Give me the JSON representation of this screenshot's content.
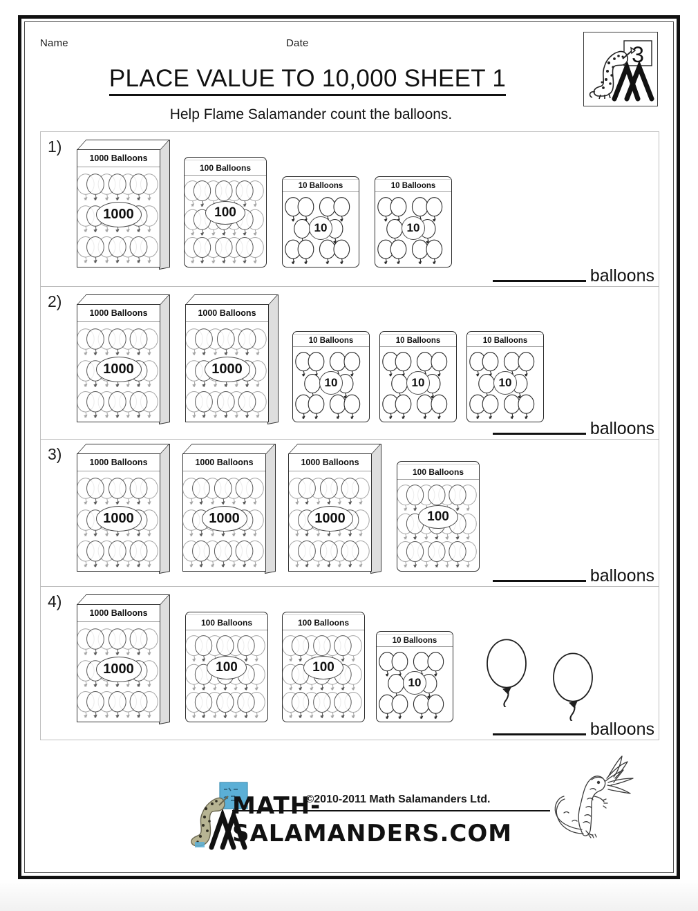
{
  "page": {
    "name_label": "Name",
    "date_label": "Date",
    "title": "PLACE VALUE TO 10,000 SHEET 1",
    "subtitle": "Help Flame Salamander count the balloons.",
    "answer_unit": "balloons",
    "grade_badge": "3"
  },
  "box_labels": {
    "thousand": "1000 Balloons",
    "hundred": "100 Balloons",
    "ten": "10 Balloons",
    "thousand_value": "1000",
    "hundred_value": "100",
    "ten_value": "10"
  },
  "questions": [
    {
      "number": "1)",
      "items": [
        {
          "type": "box-1000",
          "label": "1000 Balloons",
          "value": "1000"
        },
        {
          "type": "box-100",
          "label": "100 Balloons",
          "value": "100"
        },
        {
          "type": "box-10",
          "label": "10 Balloons",
          "value": "10"
        },
        {
          "type": "box-10",
          "label": "10 Balloons",
          "value": "10"
        }
      ],
      "answer_unit": "balloons"
    },
    {
      "number": "2)",
      "items": [
        {
          "type": "box-1000",
          "label": "1000 Balloons",
          "value": "1000"
        },
        {
          "type": "box-1000",
          "label": "1000 Balloons",
          "value": "1000"
        },
        {
          "type": "box-10",
          "label": "10 Balloons",
          "value": "10"
        },
        {
          "type": "box-10",
          "label": "10 Balloons",
          "value": "10"
        },
        {
          "type": "box-10",
          "label": "10 Balloons",
          "value": "10"
        }
      ],
      "answer_unit": "balloons"
    },
    {
      "number": "3)",
      "items": [
        {
          "type": "box-1000",
          "label": "1000 Balloons",
          "value": "1000"
        },
        {
          "type": "box-1000",
          "label": "1000 Balloons",
          "value": "1000"
        },
        {
          "type": "box-1000",
          "label": "1000 Balloons",
          "value": "1000"
        },
        {
          "type": "box-100",
          "label": "100 Balloons",
          "value": "100"
        }
      ],
      "answer_unit": "balloons"
    },
    {
      "number": "4)",
      "items": [
        {
          "type": "box-1000",
          "label": "1000 Balloons",
          "value": "1000"
        },
        {
          "type": "box-100",
          "label": "100 Balloons",
          "value": "100"
        },
        {
          "type": "box-100",
          "label": "100 Balloons",
          "value": "100"
        },
        {
          "type": "box-10",
          "label": "10 Balloons",
          "value": "10"
        },
        {
          "type": "loose-balloon",
          "label": "",
          "value": ""
        },
        {
          "type": "loose-balloon",
          "label": "",
          "value": ""
        }
      ],
      "answer_unit": "balloons"
    }
  ],
  "footer": {
    "copyright": "©2010-2011 Math Salamanders Ltd.",
    "url": "MATH-SALAMANDERS.COM"
  },
  "colors": {
    "ink": "#111111",
    "box_side": "#dedede",
    "rule": "#bdbdbd",
    "blackboard": "#5bafd6"
  }
}
